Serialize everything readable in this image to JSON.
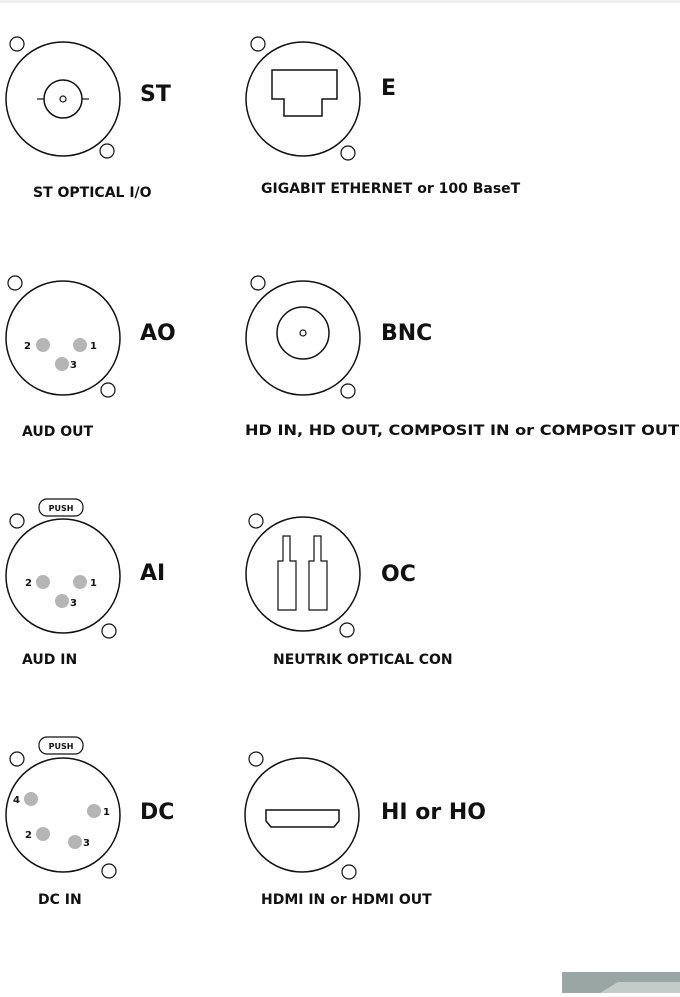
{
  "connectors": {
    "st": {
      "code": "ST",
      "caption": "ST OPTICAL I/O"
    },
    "e": {
      "code": "E",
      "caption": "GIGABIT ETHERNET or 100 BaseT"
    },
    "ao": {
      "code": "AO",
      "caption": "AUD OUT",
      "pins": [
        "2",
        "1",
        "3"
      ]
    },
    "bnc": {
      "code": "BNC",
      "caption": "HD IN, HD OUT, COMPOSIT IN or COMPOSIT OUT"
    },
    "ai": {
      "code": "AI",
      "caption": "AUD IN",
      "push": "PUSH",
      "pins": [
        "2",
        "1",
        "3"
      ]
    },
    "oc": {
      "code": "OC",
      "caption": "NEUTRIK OPTICAL CON"
    },
    "dc": {
      "code": "DC",
      "caption": "DC IN",
      "push": "PUSH",
      "pins": [
        "4",
        "1",
        "2",
        "3"
      ]
    },
    "hi": {
      "code": "HI or HO",
      "caption": "HDMI IN or HDMI OUT"
    }
  },
  "colors": {
    "ink": "#111111",
    "pin_fill": "#b5b5b5",
    "corner_photo": "#9aa6a4"
  }
}
